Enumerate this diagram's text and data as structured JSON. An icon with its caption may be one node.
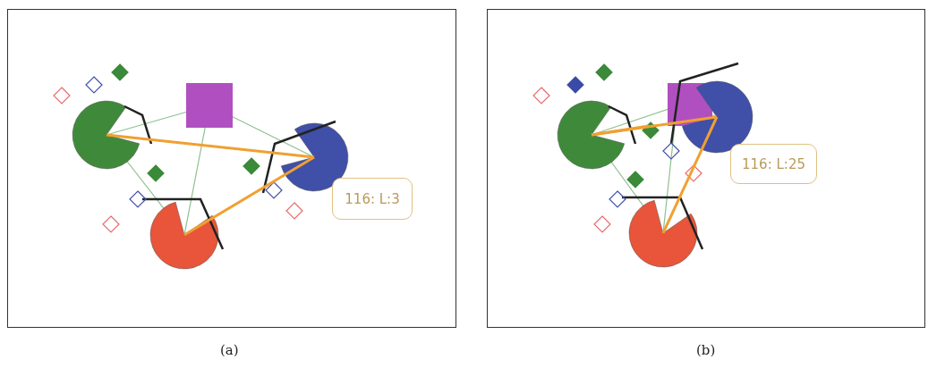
{
  "diagram": {
    "nodes": [
      {
        "text": [
          "116: L:3"
        ]
      },
      {
        "text": [
          "116: L:25"
        ]
      }
    ],
    "labels": [
      "(a)",
      "(b)"
    ]
  }
}
